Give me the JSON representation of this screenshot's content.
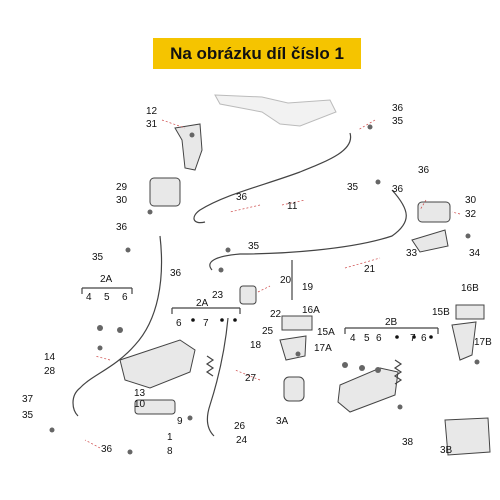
{
  "banner": {
    "text": "Na obrázku díl číslo 1",
    "color": "#f5c400"
  },
  "labels": [
    {
      "id": "l12",
      "text": "12"
    },
    {
      "id": "l31",
      "text": "31"
    },
    {
      "id": "l36a",
      "text": "36"
    },
    {
      "id": "l35a",
      "text": "35"
    },
    {
      "id": "l29",
      "text": "29"
    },
    {
      "id": "l30a",
      "text": "30"
    },
    {
      "id": "l36b",
      "text": "36"
    },
    {
      "id": "l11",
      "text": "11"
    },
    {
      "id": "l36c",
      "text": "36"
    },
    {
      "id": "l35b",
      "text": "35"
    },
    {
      "id": "l30b",
      "text": "30"
    },
    {
      "id": "l32",
      "text": "32"
    },
    {
      "id": "l36d",
      "text": "36"
    },
    {
      "id": "l36e",
      "text": "36"
    },
    {
      "id": "l35c",
      "text": "35"
    },
    {
      "id": "l35d",
      "text": "35"
    },
    {
      "id": "l33",
      "text": "33"
    },
    {
      "id": "l34",
      "text": "34"
    },
    {
      "id": "l36f",
      "text": "36"
    },
    {
      "id": "l21",
      "text": "21"
    },
    {
      "id": "l20",
      "text": "20"
    },
    {
      "id": "l23",
      "text": "23"
    },
    {
      "id": "l19",
      "text": "19"
    },
    {
      "id": "l2Aa",
      "text": "2A"
    },
    {
      "id": "l4a",
      "text": "4"
    },
    {
      "id": "l5a",
      "text": "5"
    },
    {
      "id": "l6a",
      "text": "6"
    },
    {
      "id": "l2Ab",
      "text": "2A"
    },
    {
      "id": "l22",
      "text": "22"
    },
    {
      "id": "l16A",
      "text": "16A"
    },
    {
      "id": "l16B",
      "text": "16B"
    },
    {
      "id": "l15B",
      "text": "15B"
    },
    {
      "id": "l6b",
      "text": "6"
    },
    {
      "id": "l7a",
      "text": "7"
    },
    {
      "id": "l25",
      "text": "25"
    },
    {
      "id": "l15A",
      "text": "15A"
    },
    {
      "id": "l2B",
      "text": "2B"
    },
    {
      "id": "l18",
      "text": "18"
    },
    {
      "id": "l17A",
      "text": "17A"
    },
    {
      "id": "l17B",
      "text": "17B"
    },
    {
      "id": "l4b",
      "text": "4"
    },
    {
      "id": "l5b",
      "text": "5"
    },
    {
      "id": "l6c",
      "text": "6"
    },
    {
      "id": "l7b",
      "text": "7"
    },
    {
      "id": "l6d",
      "text": "6"
    },
    {
      "id": "l14",
      "text": "14"
    },
    {
      "id": "l28",
      "text": "28"
    },
    {
      "id": "l27",
      "text": "27"
    },
    {
      "id": "l13",
      "text": "13"
    },
    {
      "id": "l10",
      "text": "10"
    },
    {
      "id": "l37",
      "text": "37"
    },
    {
      "id": "l35e",
      "text": "35"
    },
    {
      "id": "l9",
      "text": "9"
    },
    {
      "id": "l26",
      "text": "26"
    },
    {
      "id": "l3A",
      "text": "3A"
    },
    {
      "id": "l38",
      "text": "38"
    },
    {
      "id": "l1",
      "text": "1"
    },
    {
      "id": "l24",
      "text": "24"
    },
    {
      "id": "l36g",
      "text": "36"
    },
    {
      "id": "l8",
      "text": "8"
    },
    {
      "id": "l3B",
      "text": "3B"
    }
  ]
}
